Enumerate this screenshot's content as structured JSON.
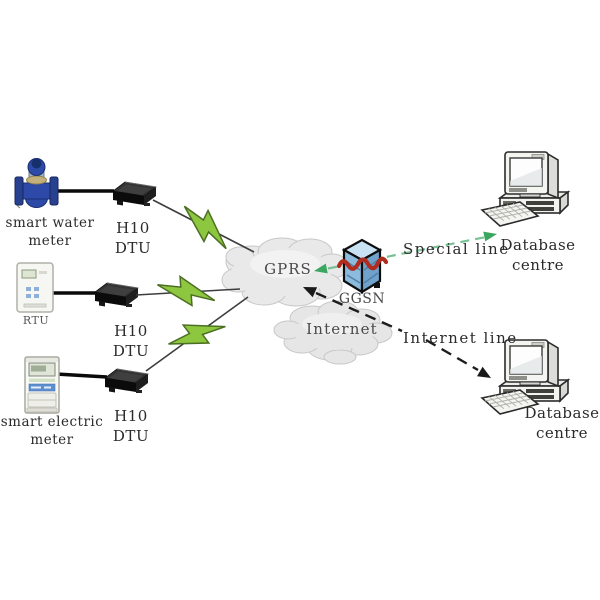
{
  "diagram": {
    "left_column": {
      "water_meter": {
        "label": "smart water meter"
      },
      "dtu_top": {
        "label": "H10 DTU"
      },
      "rtu": {
        "label": "RTU"
      },
      "dtu_middle": {
        "label": "H10 DTU"
      },
      "electric_meter": {
        "label": "smart electric meter"
      },
      "dtu_bottom": {
        "label": "H10 DTU"
      }
    },
    "network": {
      "gprs_cloud": {
        "label": "GPRS"
      },
      "ggsn": {
        "label": "GGSN"
      },
      "internet_cloud": {
        "label": "Internet"
      }
    },
    "links": {
      "special_line": {
        "label": "Special line",
        "style": "dashed",
        "color": "#55b47e"
      },
      "internet_line": {
        "label": "Internet line",
        "style": "dashed",
        "color": "#1c1c1c"
      },
      "wireless_bolt_color": "#8dc63f"
    },
    "right_column": {
      "database_top": {
        "label": "Database centre"
      },
      "database_bottom": {
        "label": "Database centre"
      }
    }
  }
}
